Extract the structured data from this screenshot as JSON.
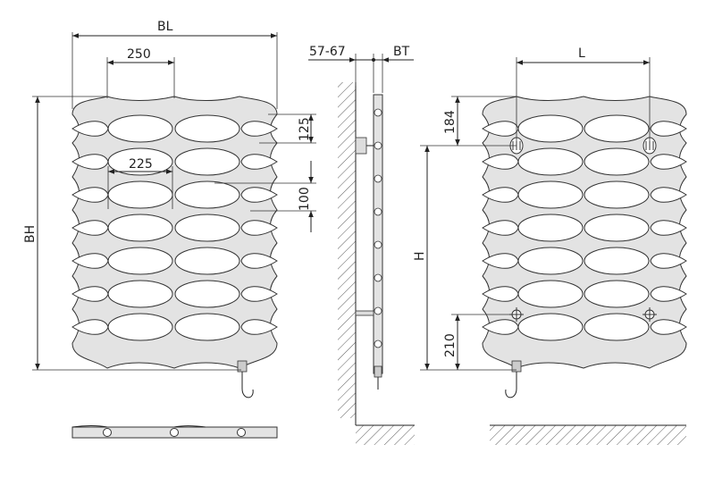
{
  "labels": {
    "bl": "BL",
    "bl_pitch": "250",
    "hole_width": "225",
    "top_offset": "125",
    "hole_height": "100",
    "bh": "BH",
    "wall_gap": "57-67",
    "bt": "BT",
    "top_connection": "184",
    "h": "H",
    "bottom_connection": "210",
    "l": "L"
  }
}
